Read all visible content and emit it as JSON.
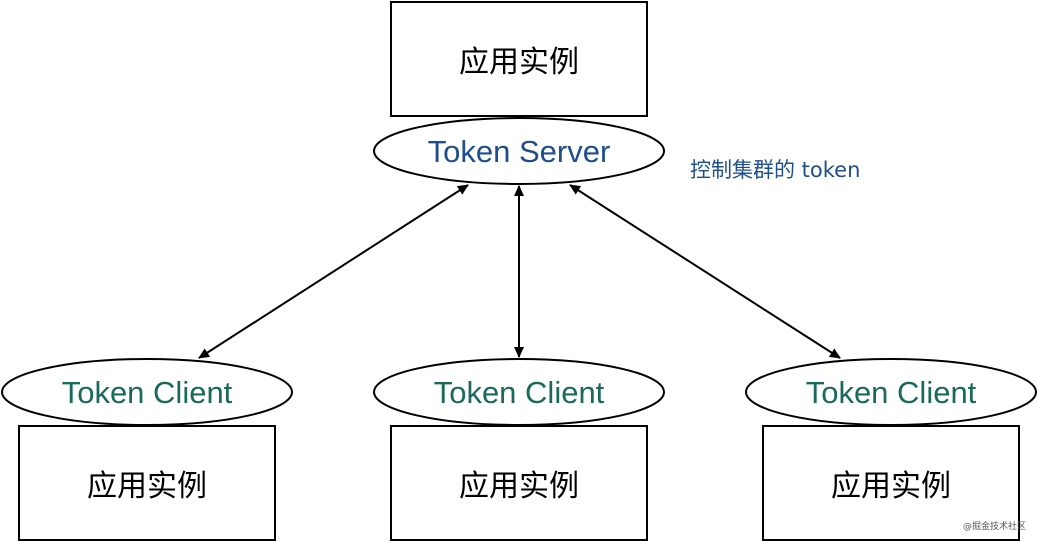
{
  "colors": {
    "server_text": "#1f4e8c",
    "client_text": "#1a6a5c",
    "note_text": "#1f4e8c"
  },
  "server": {
    "app_label": "应用实例",
    "node_label": "Token Server",
    "note": "控制集群的 token"
  },
  "clients": [
    {
      "node_label": "Token Client",
      "app_label": "应用实例"
    },
    {
      "node_label": "Token Client",
      "app_label": "应用实例"
    },
    {
      "node_label": "Token Client",
      "app_label": "应用实例"
    }
  ],
  "watermark": "@掘金技术社区"
}
